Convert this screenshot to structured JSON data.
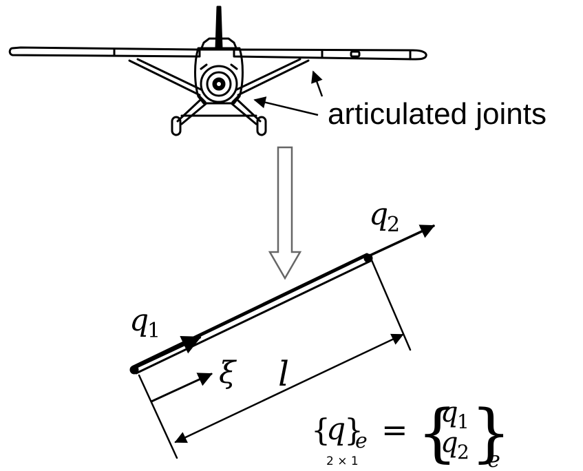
{
  "labels": {
    "joints": "articulated joints",
    "q1_base": "q",
    "q1_sub": "1",
    "q2_base": "q",
    "q2_sub": "2",
    "xi": "ξ",
    "length": "l"
  },
  "equation": {
    "lhs_open": "{",
    "lhs_var": "q",
    "lhs_close": "}",
    "lhs_sub": "e",
    "dims": "2 × 1",
    "equals": "=",
    "rhs_top_base": "q",
    "rhs_top_sub": "1",
    "rhs_bottom_base": "q",
    "rhs_bottom_sub": "2",
    "rhs_sub": "e"
  },
  "icons": [
    "airplane-front-view-icon",
    "down-hollow-arrow-icon"
  ],
  "colors": {
    "ink": "#000000",
    "background": "#ffffff"
  }
}
